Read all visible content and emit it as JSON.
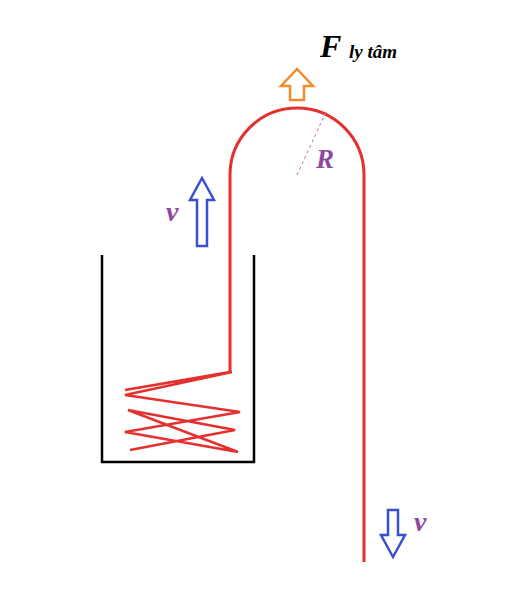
{
  "diagram": {
    "labels": [
      "F",
      "ly tâm",
      "R",
      "v",
      "v"
    ]
  }
}
